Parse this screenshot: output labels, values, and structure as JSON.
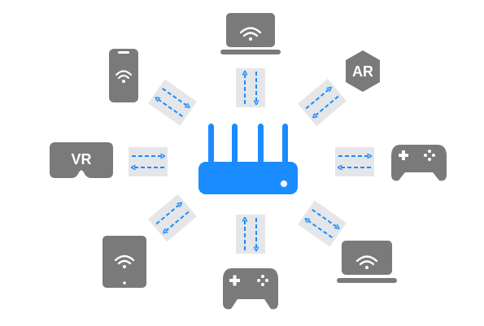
{
  "colors": {
    "device": "#7a7a7a",
    "router": "#1a8cff",
    "arrow": "#1a8cff",
    "arrow_panel": "#e4e6ea",
    "background": "#ffffff"
  },
  "hub": {
    "icon": "wifi-router-icon"
  },
  "devices": [
    {
      "icon": "laptop-icon"
    },
    {
      "icon": "ar-headset-icon",
      "label": "AR"
    },
    {
      "icon": "gamepad-icon"
    },
    {
      "icon": "laptop-icon"
    },
    {
      "icon": "gamepad-icon"
    },
    {
      "icon": "tablet-icon"
    },
    {
      "icon": "vr-headset-icon",
      "label": "VR"
    },
    {
      "icon": "smartphone-icon"
    }
  ],
  "links": [
    {
      "direction": "bidirectional"
    },
    {
      "direction": "bidirectional"
    },
    {
      "direction": "bidirectional"
    },
    {
      "direction": "bidirectional"
    },
    {
      "direction": "bidirectional"
    },
    {
      "direction": "bidirectional"
    },
    {
      "direction": "bidirectional"
    },
    {
      "direction": "bidirectional"
    }
  ]
}
